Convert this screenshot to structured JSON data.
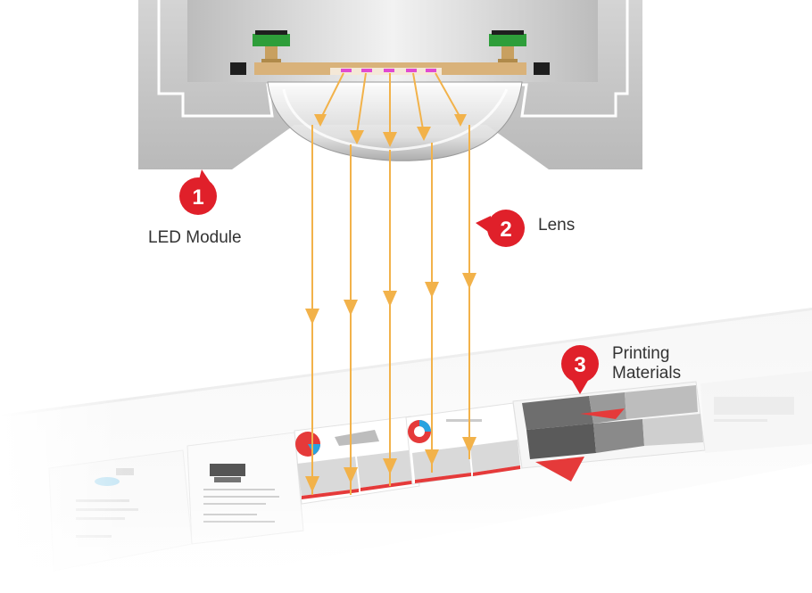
{
  "colors": {
    "badge_red": "#e0202a",
    "beam_orange": "#f2b24a",
    "housing_gray": "#c9c9c9",
    "pcb_tan": "#d9b27a",
    "led_pink": "#e04ad2",
    "accent_red": "#e53a3a",
    "accent_blue": "#29a3e0",
    "connector_green": "#2e9e3a"
  },
  "callouts": [
    {
      "number": "1",
      "label": "LED Module"
    },
    {
      "number": "2",
      "label": "Lens"
    },
    {
      "number": "3",
      "label_lines": [
        "Printing",
        "Materials"
      ]
    }
  ],
  "icons": [
    "arrow-down-icon",
    "callout-pin-icon"
  ]
}
